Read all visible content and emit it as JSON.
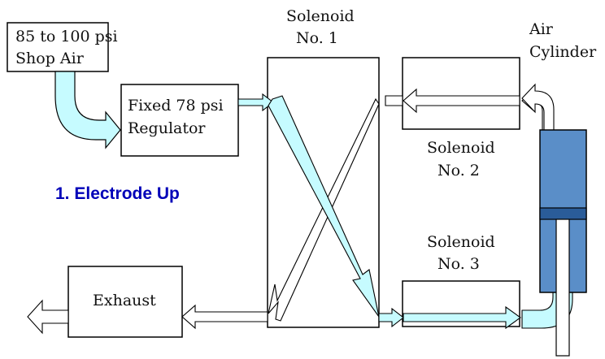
{
  "blocks": {
    "shop_air": [
      "85 to 100 psi",
      "Shop Air"
    ],
    "regulator": [
      "Fixed 78 psi",
      "Regulator"
    ],
    "solenoid1": [
      "Solenoid",
      "No. 1"
    ],
    "solenoid2": [
      "Solenoid",
      "No. 2"
    ],
    "solenoid3": [
      "Solenoid",
      "No. 3"
    ],
    "air_cylinder": [
      "Air",
      "Cylinder"
    ],
    "exhaust": "Exhaust"
  },
  "state_label": "1. Electrode Up",
  "colors": {
    "air_flow": "#c6fbff",
    "cylinder_body": "#5a8ec8",
    "state_label": "#0000b8"
  }
}
